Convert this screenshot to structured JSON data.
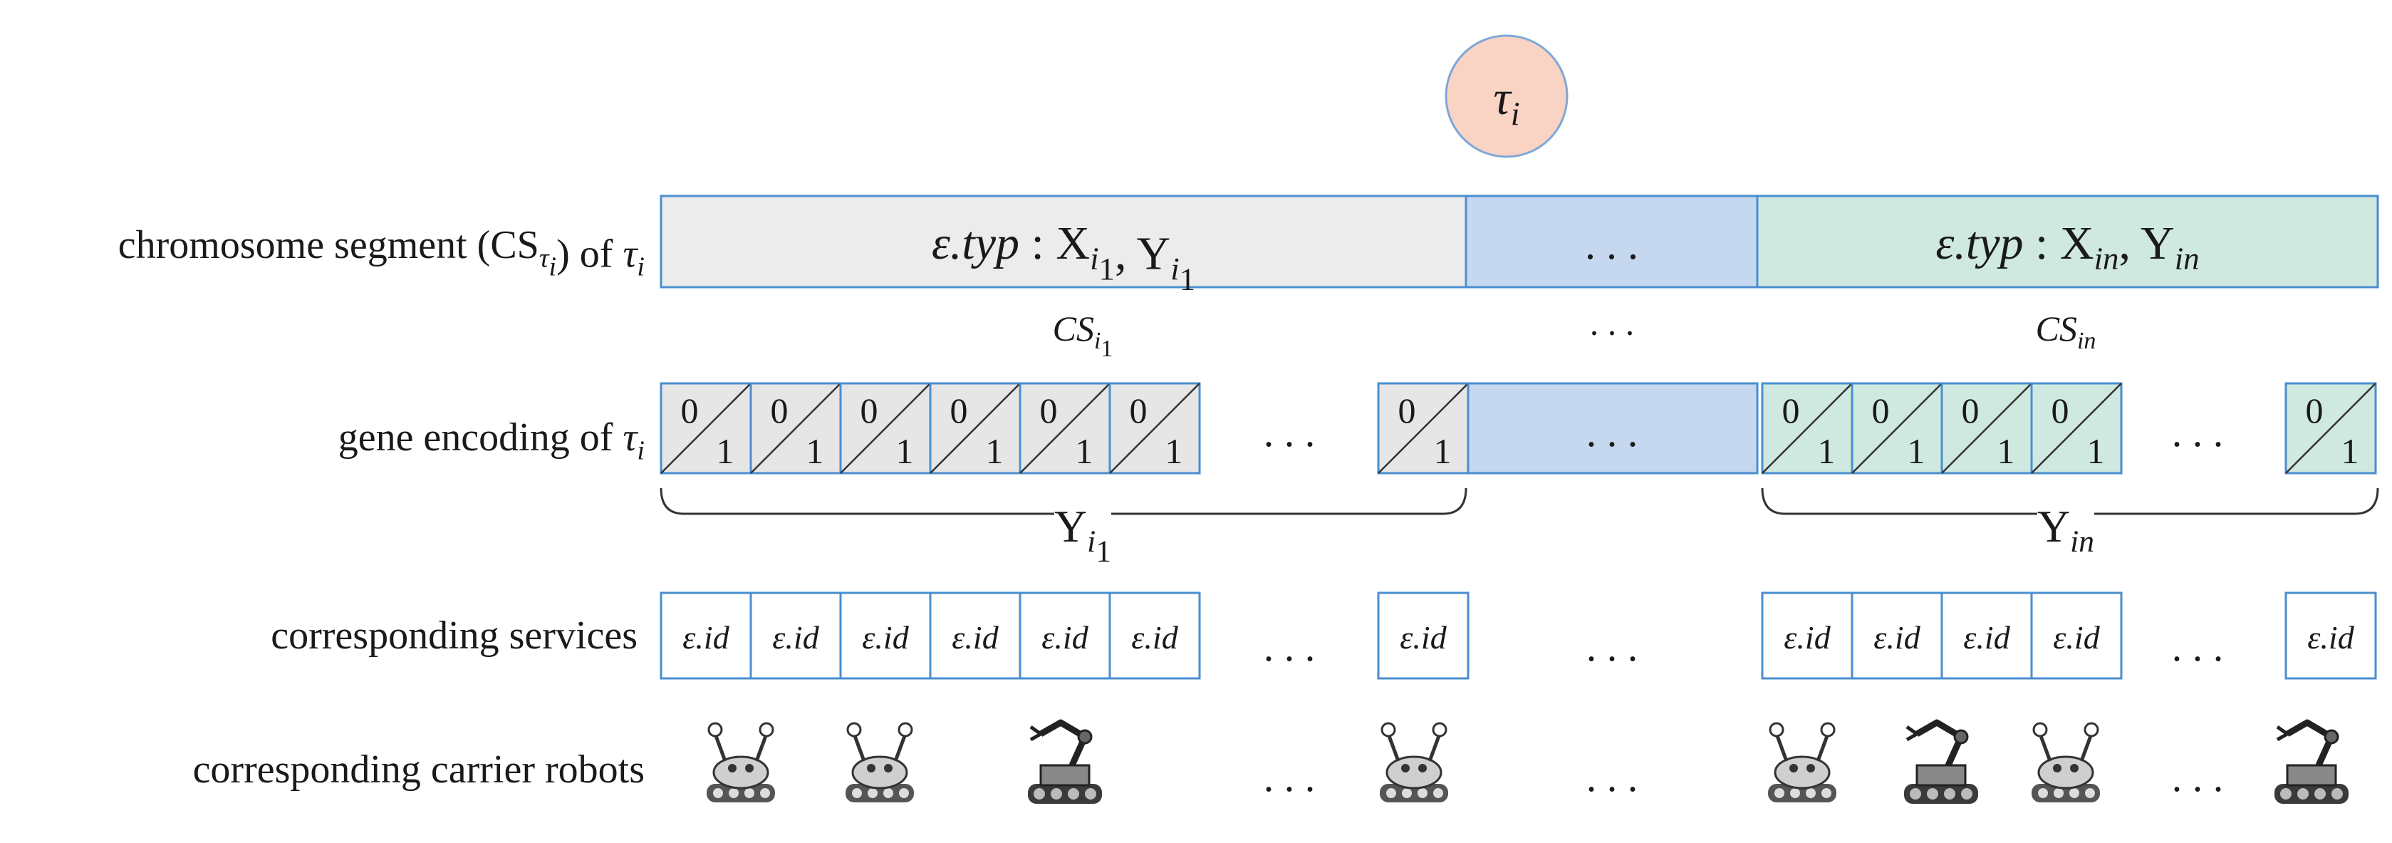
{
  "task": {
    "symbol": "τ",
    "subscript": "i",
    "fill": "#f9d3c4",
    "stroke": "#7fa8d8"
  },
  "row_labels": {
    "chromosome": {
      "main": "chromosome segment (CS",
      "sub_main": "τ",
      "sub_sub": "i",
      "tail": ") of ",
      "tau": "τ",
      "tau_sub": "i"
    },
    "gene": {
      "main": "gene encoding of ",
      "tau": "τ",
      "tau_sub": "i"
    },
    "services": "corresponding services",
    "robots": "corresponding carrier robots"
  },
  "chromosome": {
    "segments": [
      {
        "kind": "first",
        "eps": "ε.",
        "typ": "typ",
        "colon": " : ",
        "X": "X",
        "Xsub": "i",
        "Xsub2": "1",
        "comma": ", ",
        "Y": "Y",
        "Ysub": "i",
        "Ysub2": "1",
        "fill": "#ececec"
      },
      {
        "kind": "middle",
        "text": ". . .",
        "fill": "#c5d8f0"
      },
      {
        "kind": "last",
        "eps": "ε.",
        "typ": "typ",
        "colon": " : ",
        "X": "X",
        "Xsub": "in",
        "comma": ", ",
        "Y": "Y",
        "Ysub": "in",
        "fill": "#cfe9e0"
      }
    ],
    "labels": [
      {
        "main": "CS",
        "sub": "i",
        "sub2": "1"
      },
      {
        "text": ". . ."
      },
      {
        "main": "CS",
        "sub": "in"
      }
    ]
  },
  "genes": {
    "top": "0",
    "bottom": "1",
    "ellipsis": ". . .",
    "left_fill": "#e6e6e6",
    "right_fill": "#cfe9e0",
    "middle_fill": "#c5d8f0",
    "stroke": "#4a8ed0"
  },
  "braces": [
    {
      "Y": "Y",
      "sub": "i",
      "sub2": "1"
    },
    {
      "Y": "Y",
      "sub": "in"
    }
  ],
  "services": {
    "label": "ε.id",
    "ellipsis": ". . ."
  },
  "robots": {
    "ellipsis": ". . .",
    "left_types": [
      "crab",
      "crab",
      "arm",
      "crab"
    ],
    "right_types": [
      "crab",
      "arm",
      "crab",
      "arm"
    ]
  }
}
